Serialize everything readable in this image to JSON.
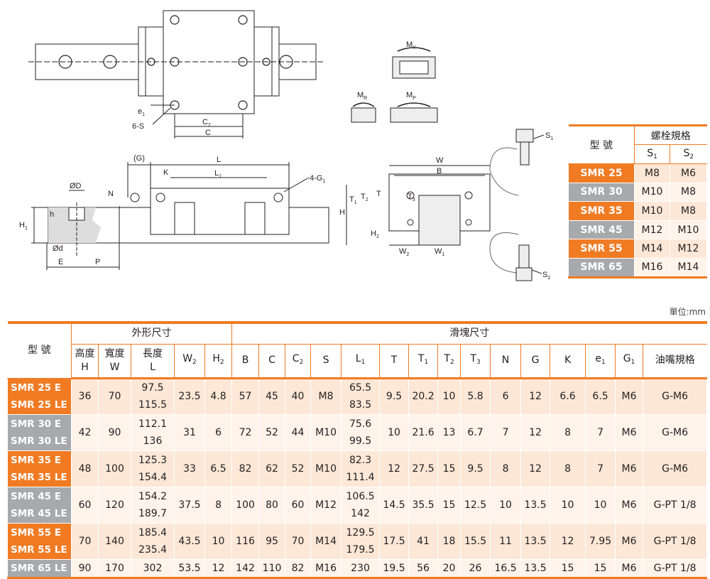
{
  "unit": "單位:mm",
  "drawing_labels": {
    "e1": "e",
    "e1_sub": "1",
    "six_s": "6-S",
    "c2": "C",
    "c2_sub": "2",
    "c": "C",
    "my": "M",
    "my_sub": "Y",
    "mr": "M",
    "mr_sub": "R",
    "mp": "M",
    "mp_sub": "P",
    "g": "(G)",
    "l": "L",
    "k": "K",
    "l1": "L",
    "l1_sub": "1",
    "four_g1": "4-G",
    "four_g1_sub": "1",
    "n": "N",
    "od": "ØD",
    "h": "h",
    "h1": "H",
    "h1_sub": "1",
    "osd": "Ød",
    "e": "E",
    "p": "P",
    "w": "W",
    "b": "B",
    "H": "H",
    "t1": "T",
    "t1_sub": "1",
    "t2": "T",
    "t2_sub": "2",
    "t": "T",
    "t3": "T",
    "t3_sub": "3",
    "h2": "H",
    "h2_sub": "2",
    "w2": "W",
    "w2_sub": "2",
    "w1": "W",
    "w1_sub": "1",
    "s1": "S",
    "s1_sub": "1",
    "s2": "S",
    "s2_sub": "2"
  },
  "bolt_table": {
    "model_header": "型 號",
    "group_header": "螺栓規格",
    "s1": "S",
    "s1_sub": "1",
    "s2": "S",
    "s2_sub": "2",
    "rows": [
      {
        "model": "SMR 25",
        "s1": "M8",
        "s2": "M6"
      },
      {
        "model": "SMR 30",
        "s1": "M10",
        "s2": "M8"
      },
      {
        "model": "SMR 35",
        "s1": "M10",
        "s2": "M8"
      },
      {
        "model": "SMR 45",
        "s1": "M12",
        "s2": "M10"
      },
      {
        "model": "SMR 55",
        "s1": "M14",
        "s2": "M12"
      },
      {
        "model": "SMR 65",
        "s1": "M16",
        "s2": "M14"
      }
    ]
  },
  "main_table": {
    "model_header": "型 號",
    "group_outer": "外形尺寸",
    "group_block": "滑塊尺寸",
    "columns": [
      {
        "t": "高度",
        "t2": "H"
      },
      {
        "t": "寬度",
        "t2": "W"
      },
      {
        "t": "長度",
        "t2": "L"
      },
      {
        "t": "W",
        "sub": "2"
      },
      {
        "t": "H",
        "sub": "2"
      },
      {
        "t": "B"
      },
      {
        "t": "C"
      },
      {
        "t": "C",
        "sub": "2"
      },
      {
        "t": "S"
      },
      {
        "t": "L",
        "sub": "1"
      },
      {
        "t": "T"
      },
      {
        "t": "T",
        "sub": "1"
      },
      {
        "t": "T",
        "sub": "2"
      },
      {
        "t": "T",
        "sub": "3"
      },
      {
        "t": "N"
      },
      {
        "t": "G"
      },
      {
        "t": "K"
      },
      {
        "t": "e",
        "sub": "1"
      },
      {
        "t": "G",
        "sub": "1"
      },
      {
        "t": "油嘴規格"
      }
    ],
    "rows": [
      {
        "models": [
          "SMR 25 E",
          "SMR 25 LE"
        ],
        "values": [
          "36",
          "70",
          "97.5\n115.5",
          "23.5",
          "4.8",
          "57",
          "45",
          "40",
          "M8",
          "65.5\n83.5",
          "9.5",
          "20.2",
          "10",
          "5.8",
          "6",
          "12",
          "6.6",
          "6.5",
          "M6",
          "G-M6"
        ]
      },
      {
        "models": [
          "SMR 30 E",
          "SMR 30 LE"
        ],
        "values": [
          "42",
          "90",
          "112.1\n136",
          "31",
          "6",
          "72",
          "52",
          "44",
          "M10",
          "75.6\n99.5",
          "10",
          "21.6",
          "13",
          "6.7",
          "7",
          "12",
          "8",
          "7",
          "M6",
          "G-M6"
        ]
      },
      {
        "models": [
          "SMR 35 E",
          "SMR 35 LE"
        ],
        "values": [
          "48",
          "100",
          "125.3\n154.4",
          "33",
          "6.5",
          "82",
          "62",
          "52",
          "M10",
          "82.3\n111.4",
          "12",
          "27.5",
          "15",
          "9.5",
          "8",
          "12",
          "8",
          "7",
          "M6",
          "G-M6"
        ]
      },
      {
        "models": [
          "SMR 45 E",
          "SMR 45 LE"
        ],
        "values": [
          "60",
          "120",
          "154.2\n189.7",
          "37.5",
          "8",
          "100",
          "80",
          "60",
          "M12",
          "106.5\n142",
          "14.5",
          "35.5",
          "15",
          "12.5",
          "10",
          "13.5",
          "10",
          "10",
          "M6",
          "G-PT 1/8"
        ]
      },
      {
        "models": [
          "SMR 55 E",
          "SMR 55 LE"
        ],
        "values": [
          "70",
          "140",
          "185.4\n235.4",
          "43.5",
          "10",
          "116",
          "95",
          "70",
          "M14",
          "129.5\n179.5",
          "17.5",
          "41",
          "18",
          "15.5",
          "11",
          "13.5",
          "12",
          "7.95",
          "M6",
          "G-PT 1/8"
        ]
      },
      {
        "models": [
          "SMR 65 LE"
        ],
        "values": [
          "90",
          "170",
          "302",
          "53.5",
          "12",
          "142",
          "110",
          "82",
          "M16",
          "230",
          "19.5",
          "56",
          "20",
          "26",
          "16.5",
          "13.5",
          "15",
          "15",
          "M6",
          "G-PT 1/8"
        ]
      }
    ]
  },
  "colors": {
    "accent": "#f07b23",
    "gray": "#a7a9ac",
    "row_a": "#fde7d6",
    "row_b": "#fff3ea"
  }
}
